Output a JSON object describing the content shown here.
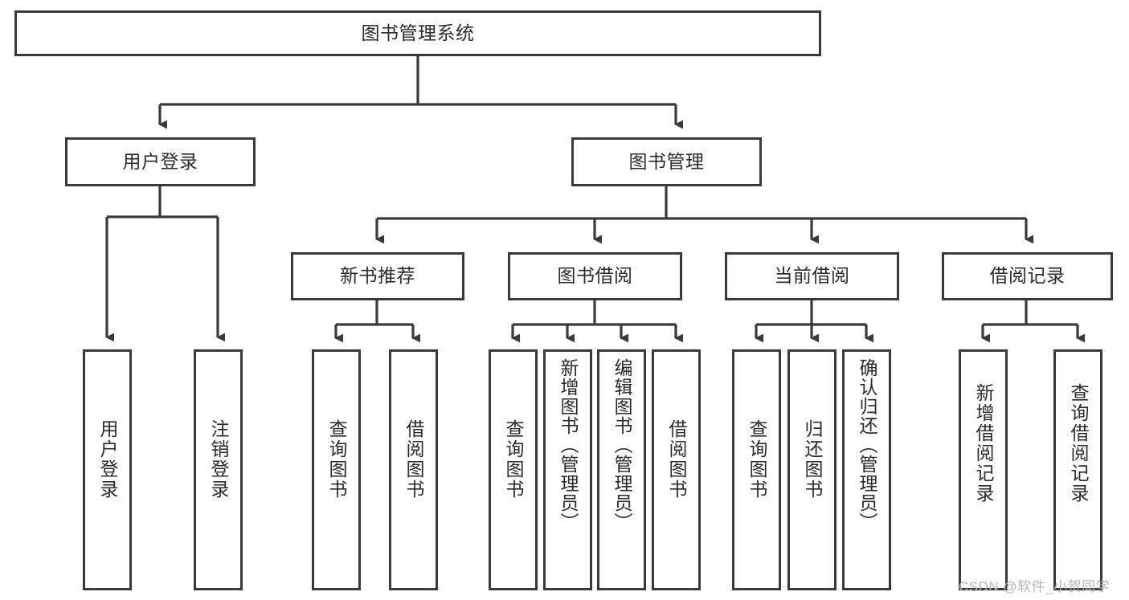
{
  "diagram": {
    "title_node": {
      "label": "图书管理系统"
    },
    "level2": [
      {
        "id": "user-login",
        "label": "用户登录"
      },
      {
        "id": "book-management",
        "label": "图书管理"
      }
    ],
    "level3": [
      {
        "id": "new-book-recommend",
        "label": "新书推荐"
      },
      {
        "id": "book-borrow",
        "label": "图书借阅"
      },
      {
        "id": "current-borrow",
        "label": "当前借阅"
      },
      {
        "id": "borrow-record",
        "label": "借阅记录"
      }
    ],
    "leaves": [
      {
        "id": "leaf-user-login",
        "label": "用户登录",
        "parent": "user-login"
      },
      {
        "id": "leaf-logout-login",
        "label": "注销登录",
        "parent": "user-login"
      },
      {
        "id": "leaf-query-book-1",
        "label": "查询图书",
        "parent": "new-book-recommend"
      },
      {
        "id": "leaf-borrow-book-1",
        "label": "借阅图书",
        "parent": "new-book-recommend"
      },
      {
        "id": "leaf-query-book-2",
        "label": "查询图书",
        "parent": "book-borrow"
      },
      {
        "id": "leaf-add-book",
        "label": "新增图书（管理员）",
        "parent": "book-borrow"
      },
      {
        "id": "leaf-edit-book",
        "label": "编辑图书（管理员）",
        "parent": "book-borrow"
      },
      {
        "id": "leaf-borrow-book-2",
        "label": "借阅图书",
        "parent": "book-borrow"
      },
      {
        "id": "leaf-query-book-3",
        "label": "查询图书",
        "parent": "current-borrow"
      },
      {
        "id": "leaf-return-book",
        "label": "归还图书",
        "parent": "current-borrow"
      },
      {
        "id": "leaf-confirm-return",
        "label": "确认归还（管理员）",
        "parent": "current-borrow"
      },
      {
        "id": "leaf-add-record",
        "label": "新增借阅记录",
        "parent": "borrow-record"
      },
      {
        "id": "leaf-query-record",
        "label": "查询借阅记录",
        "parent": "borrow-record"
      }
    ],
    "watermark": "CSDN @软件_小贺同学",
    "colors": {
      "stroke": "#3a3a3a",
      "text": "#2b2b2b",
      "background": "#ffffff",
      "watermark": "#b9b9b9"
    }
  }
}
